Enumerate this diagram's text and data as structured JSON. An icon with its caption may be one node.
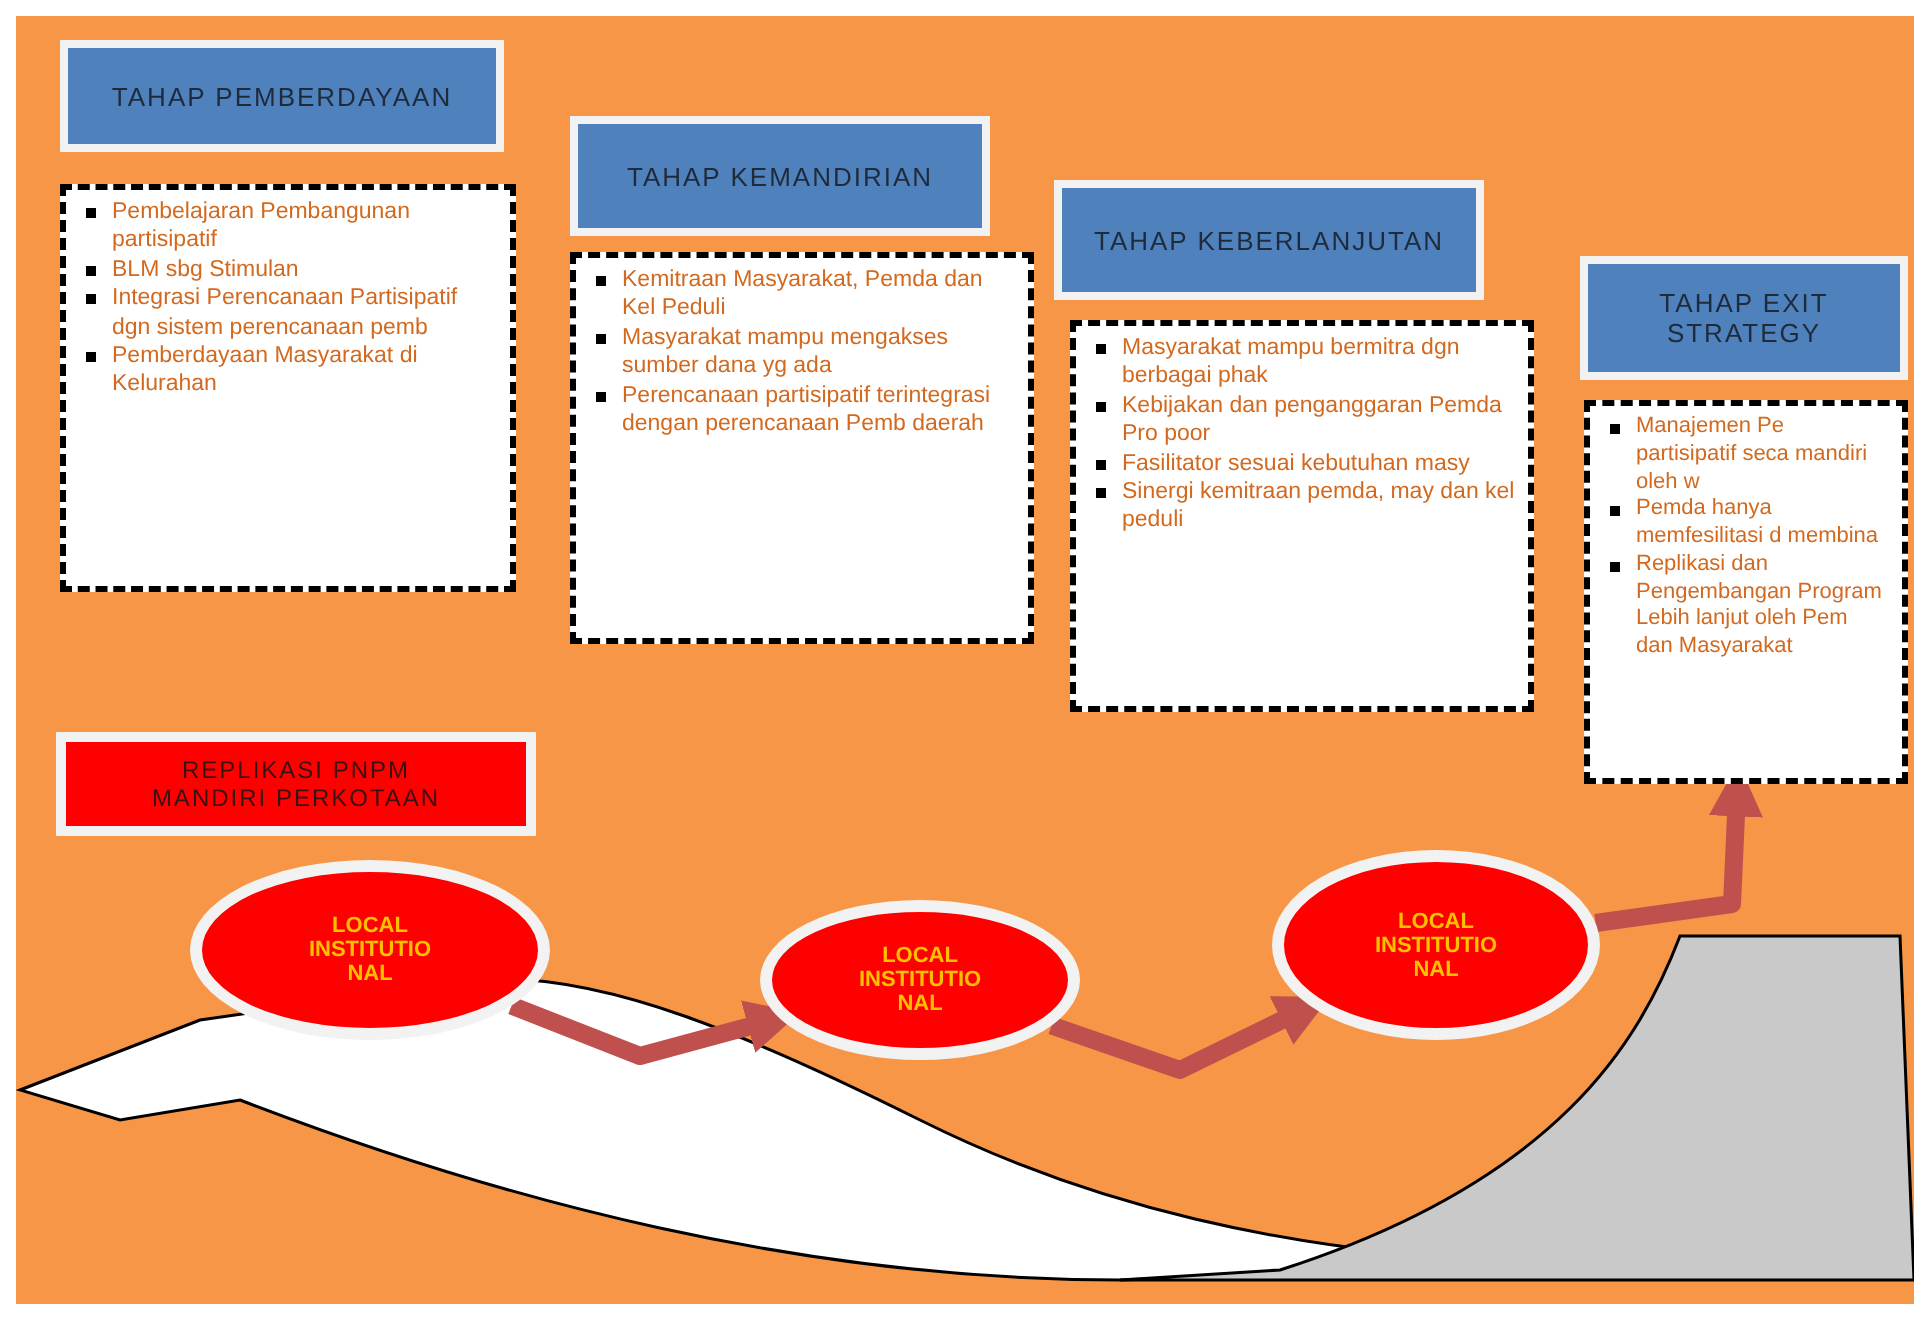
{
  "diagram": {
    "nodes": [
      {
        "text": [
          "TAHAP PEMBERDAYAAN"
        ]
      },
      {
        "text": [
          "Pembelajaran Pembangunan partisipatif",
          "BLM sbg Stimulan",
          "Integrasi Perencanaan Partisipatif dgn sistem perencanaan pemb",
          "Pemberdayaan Masyarakat di Kelurahan"
        ]
      },
      {
        "text": [
          "TAHAP KEMANDIRIAN"
        ]
      },
      {
        "text": [
          "Kemitraan Masyarakat, Pemda dan Kel Peduli",
          "Masyarakat mampu mengakses sumber dana yg ada",
          "Perencanaan partisipatif terintegrasi dengan perencanaan Pemb daerah"
        ]
      },
      {
        "text": [
          "TAHAP KEBERLANJUTAN"
        ]
      },
      {
        "text": [
          "Masyarakat mampu bermitra dgn berbagai phak",
          "Kebijakan dan penganggaran Pemda Pro poor",
          "Fasilitator sesuai kebutuhan masy",
          "Sinergi kemitraan pemda, may dan kel peduli"
        ]
      },
      {
        "text": [
          "TAHAP EXIT STRATEGY"
        ]
      },
      {
        "text": [
          "Manajemen Pe partisipatif seca mandiri oleh w",
          "Pemda hanya memfesilitasi d membina",
          "Replikasi dan Pengembangan Program Lebih lanjut oleh Pem dan Masyarakat"
        ]
      },
      {
        "text": [
          "REPLIKASI PNPM MANDIRI PERKOTAAN"
        ]
      },
      {
        "text": [
          "LOCAL INSTITUTIO NAL"
        ]
      },
      {
        "text": [
          "LOCAL INSTITUTIO NAL"
        ]
      },
      {
        "text": [
          "LOCAL INSTITUTIO NAL"
        ]
      }
    ],
    "edges": [
      {
        "from": 9,
        "to": 10,
        "arrow": "to"
      },
      {
        "from": 10,
        "to": 11,
        "arrow": "to"
      },
      {
        "from": 11,
        "to": 7,
        "arrow": "to"
      }
    ]
  }
}
